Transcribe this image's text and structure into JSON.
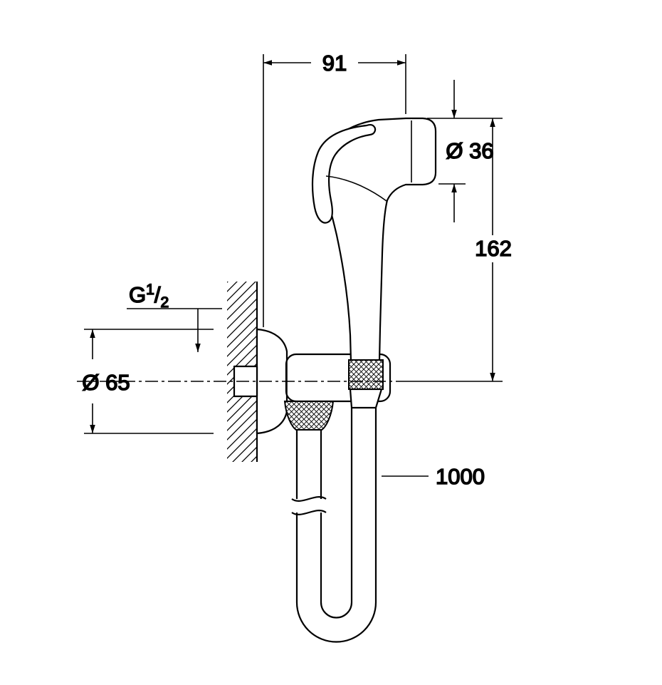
{
  "page": {
    "background": "#ffffff",
    "line_color": "#000000"
  },
  "dims": {
    "width": "91",
    "spray_diameter": "Ø 36",
    "height": "162",
    "thread_letter": "G",
    "thread_numerator": "1",
    "thread_slash": "/",
    "thread_denominator": "2",
    "escutcheon_diameter": "Ø 65",
    "hose_length": "1000"
  }
}
